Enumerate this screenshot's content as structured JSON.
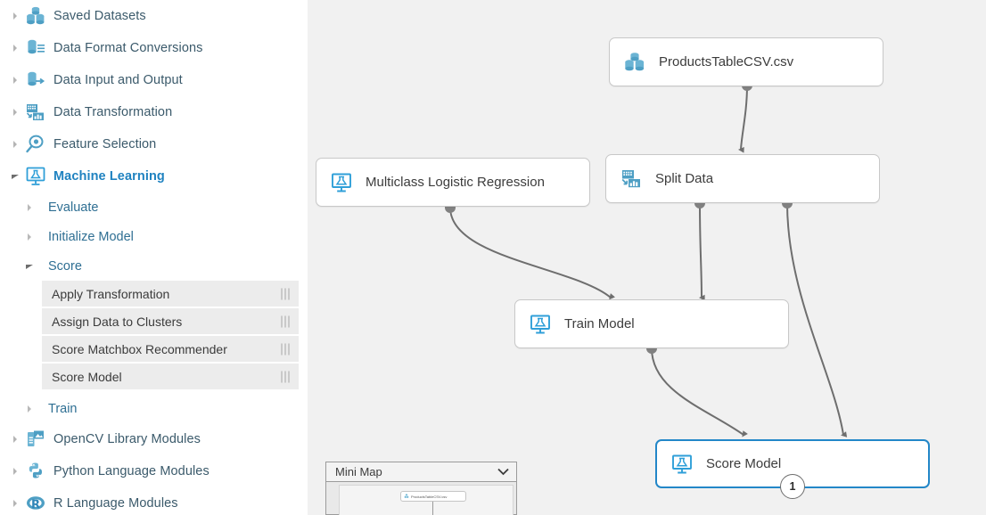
{
  "sidebar": {
    "categories": [
      {
        "label": "Saved Datasets",
        "icon": "datasets-icon",
        "expanded": false,
        "selected": false
      },
      {
        "label": "Data Format Conversions",
        "icon": "data-format-icon",
        "expanded": false,
        "selected": false
      },
      {
        "label": "Data Input and Output",
        "icon": "data-io-icon",
        "expanded": false,
        "selected": false
      },
      {
        "label": "Data Transformation",
        "icon": "data-transform-icon",
        "expanded": false,
        "selected": false
      },
      {
        "label": "Feature Selection",
        "icon": "feature-selection-icon",
        "expanded": false,
        "selected": false
      },
      {
        "label": "Machine Learning",
        "icon": "machine-learning-icon",
        "expanded": true,
        "selected": true
      }
    ],
    "subcategories": [
      {
        "label": "Evaluate",
        "expanded": false
      },
      {
        "label": "Initialize Model",
        "expanded": false
      },
      {
        "label": "Score",
        "expanded": true
      },
      {
        "label": "Train",
        "expanded": false
      }
    ],
    "score_modules": [
      {
        "label": "Apply Transformation"
      },
      {
        "label": "Assign Data to Clusters"
      },
      {
        "label": "Score Matchbox Recommender"
      },
      {
        "label": "Score Model"
      }
    ],
    "bottom_categories": [
      {
        "label": "OpenCV Library Modules",
        "icon": "opencv-icon"
      },
      {
        "label": "Python Language Modules",
        "icon": "python-icon"
      },
      {
        "label": "R Language Modules",
        "icon": "r-language-icon"
      }
    ]
  },
  "canvas": {
    "nodes": [
      {
        "id": "dataset",
        "label": "ProductsTableCSV.csv",
        "icon": "dataset-icon",
        "selected": false,
        "badge": null
      },
      {
        "id": "mlr",
        "label": "Multiclass Logistic Regression",
        "icon": "module-icon",
        "selected": false,
        "badge": null
      },
      {
        "id": "split",
        "label": "Split Data",
        "icon": "data-transform-icon",
        "selected": false,
        "badge": null
      },
      {
        "id": "train",
        "label": "Train Model",
        "icon": "module-icon",
        "selected": false,
        "badge": null
      },
      {
        "id": "score",
        "label": "Score Model",
        "icon": "module-icon",
        "selected": true,
        "badge": "1"
      }
    ]
  },
  "minimap": {
    "title": "Mini Map",
    "collapse_icon": "chevron-down-icon",
    "nodes": [
      {
        "label": "ProductsTableCSV.csv"
      }
    ]
  },
  "colors": {
    "accent": "#2387c8",
    "icon_blue": "#4e9fc4",
    "canvas_bg": "#f1f1f1",
    "sidebar_text": "#3b5a6b",
    "module_bg": "#ececec",
    "edge": "#6e6e6e"
  }
}
